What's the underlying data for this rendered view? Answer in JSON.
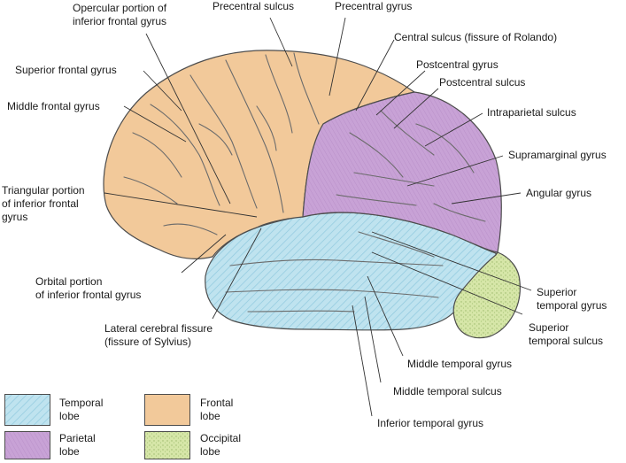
{
  "colors": {
    "frontal": "#f2c99a",
    "parietal": "#c8a2d6",
    "temporal": "#bfe3ef",
    "occipital": "#d6e6a8",
    "outline": "#4d4d4d",
    "sulcus": "#6b6b6b",
    "leader": "#333333"
  },
  "labels": {
    "opercular": "Opercular portion of\ninferior frontal gyrus",
    "precentral_sulcus": "Precentral sulcus",
    "precentral_gyrus": "Precentral gyrus",
    "central_sulcus": "Central sulcus (fissure of Rolando)",
    "postcentral_gyrus": "Postcentral gyrus",
    "postcentral_sulcus": "Postcentral sulcus",
    "intraparietal": "Intraparietal sulcus",
    "supramarginal": "Supramarginal gyrus",
    "angular": "Angular gyrus",
    "superior_frontal": "Superior frontal gyrus",
    "middle_frontal": "Middle frontal gyrus",
    "triangular": "Triangular portion\nof inferior frontal\ngyrus",
    "orbital": "Orbital portion\nof inferior frontal gyrus",
    "lateral_fissure": "Lateral cerebral fissure\n(fissure of Sylvius)",
    "superior_temporal_gyrus": "Superior\ntemporal gyrus",
    "superior_temporal_sulcus": "Superior\ntemporal sulcus",
    "middle_temporal_gyrus": "Middle temporal gyrus",
    "middle_temporal_sulcus": "Middle temporal sulcus",
    "inferior_temporal_gyrus": "Inferior temporal gyrus"
  },
  "legend": {
    "temporal": "Temporal\nlobe",
    "frontal": "Frontal\nlobe",
    "parietal": "Parietal\nlobe",
    "occipital": "Occipital\nlobe"
  }
}
